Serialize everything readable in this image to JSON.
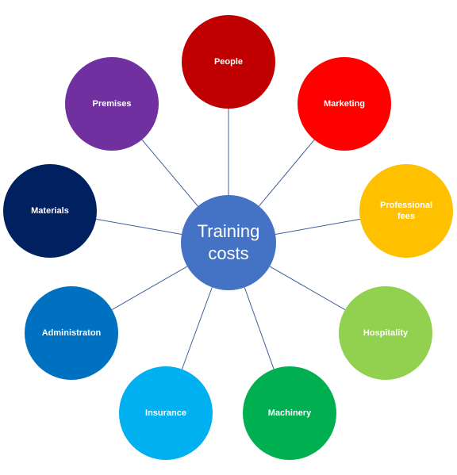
{
  "center": {
    "label_line1": "Training",
    "label_line2": "costs",
    "color": "#4472C4"
  },
  "nodes": [
    {
      "id": "people",
      "lines": [
        "People"
      ],
      "color": "#C00000"
    },
    {
      "id": "marketing",
      "lines": [
        "Marketing"
      ],
      "color": "#FF0000"
    },
    {
      "id": "professional-fees",
      "lines": [
        "Professional",
        "fees"
      ],
      "color": "#FFC000"
    },
    {
      "id": "hospitality",
      "lines": [
        "Hospitality"
      ],
      "color": "#92D050"
    },
    {
      "id": "machinery",
      "lines": [
        "Machinery"
      ],
      "color": "#00B050"
    },
    {
      "id": "insurance",
      "lines": [
        "Insurance"
      ],
      "color": "#00B0F0"
    },
    {
      "id": "administraton",
      "lines": [
        "Administraton"
      ],
      "color": "#0070C0"
    },
    {
      "id": "materials",
      "lines": [
        "Materials"
      ],
      "color": "#002060"
    },
    {
      "id": "premises",
      "lines": [
        "Premises"
      ],
      "color": "#7030A0"
    }
  ]
}
